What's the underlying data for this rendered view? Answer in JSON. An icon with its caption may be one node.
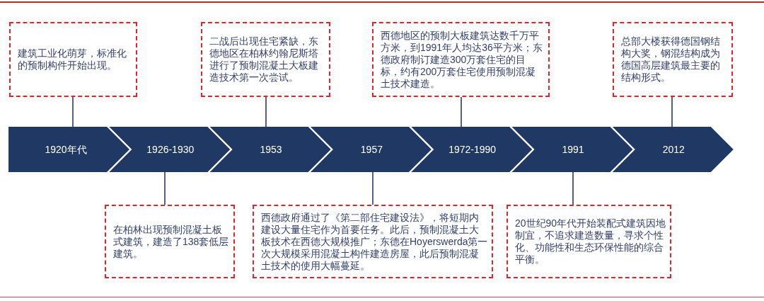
{
  "diagram": {
    "nodes": [
      {
        "text": [
          "建筑工业化萌芽，标准化的预制构件开始出现。"
        ]
      },
      {
        "text": [
          "二战后出现住宅紧缺，东德地区在柏林约翰尼斯塔进行了预制混凝土大板建造技术第一次尝试。"
        ]
      },
      {
        "text": [
          "西德地区的预制大板建筑达数千万平方米，到1991年人均达36平方米；东德政府制订建造300万套住宅的目标，约有200万套住宅使用预制混凝土技术建造。"
        ]
      },
      {
        "text": [
          "总部大楼获得德国钢结构大奖，钢混结构成为德国高层建筑最主要的结构形式。"
        ]
      },
      {
        "text": [
          "1920年代"
        ]
      },
      {
        "text": [
          "1926-1930"
        ]
      },
      {
        "text": [
          "1953"
        ]
      },
      {
        "text": [
          "1957"
        ]
      },
      {
        "text": [
          "1972-1990"
        ]
      },
      {
        "text": [
          "1991"
        ]
      },
      {
        "text": [
          "2012"
        ]
      },
      {
        "text": [
          "在柏林出现预制混凝土板式建筑，建造了138套低层建筑。"
        ]
      },
      {
        "text": [
          "西德政府通过了《第二部住宅建设法》，将短期内建设大量住宅作为首要任务。此后，预制混凝土大板技术在西德大规模推广；东德在Hoyerswerda第一次大规模采用混凝土构件建造房屋，此后预制混凝土技术的使用大幅蔓延。"
        ]
      },
      {
        "text": [
          "20世纪90年代开始装配式建筑因地制宜，不追求建造数量，寻求个性化、功能性和生态环保性能的综合平衡。"
        ]
      }
    ],
    "edges": [
      {
        "from": 0,
        "to": 4,
        "arrow": "none"
      },
      {
        "from": 1,
        "to": 6,
        "arrow": "none"
      },
      {
        "from": 2,
        "to": 8,
        "arrow": "none"
      },
      {
        "from": 3,
        "to": 10,
        "arrow": "none"
      },
      {
        "from": 5,
        "to": 11,
        "arrow": "none"
      },
      {
        "from": 7,
        "to": 12,
        "arrow": "none"
      },
      {
        "from": 9,
        "to": 13,
        "arrow": "none"
      }
    ]
  }
}
